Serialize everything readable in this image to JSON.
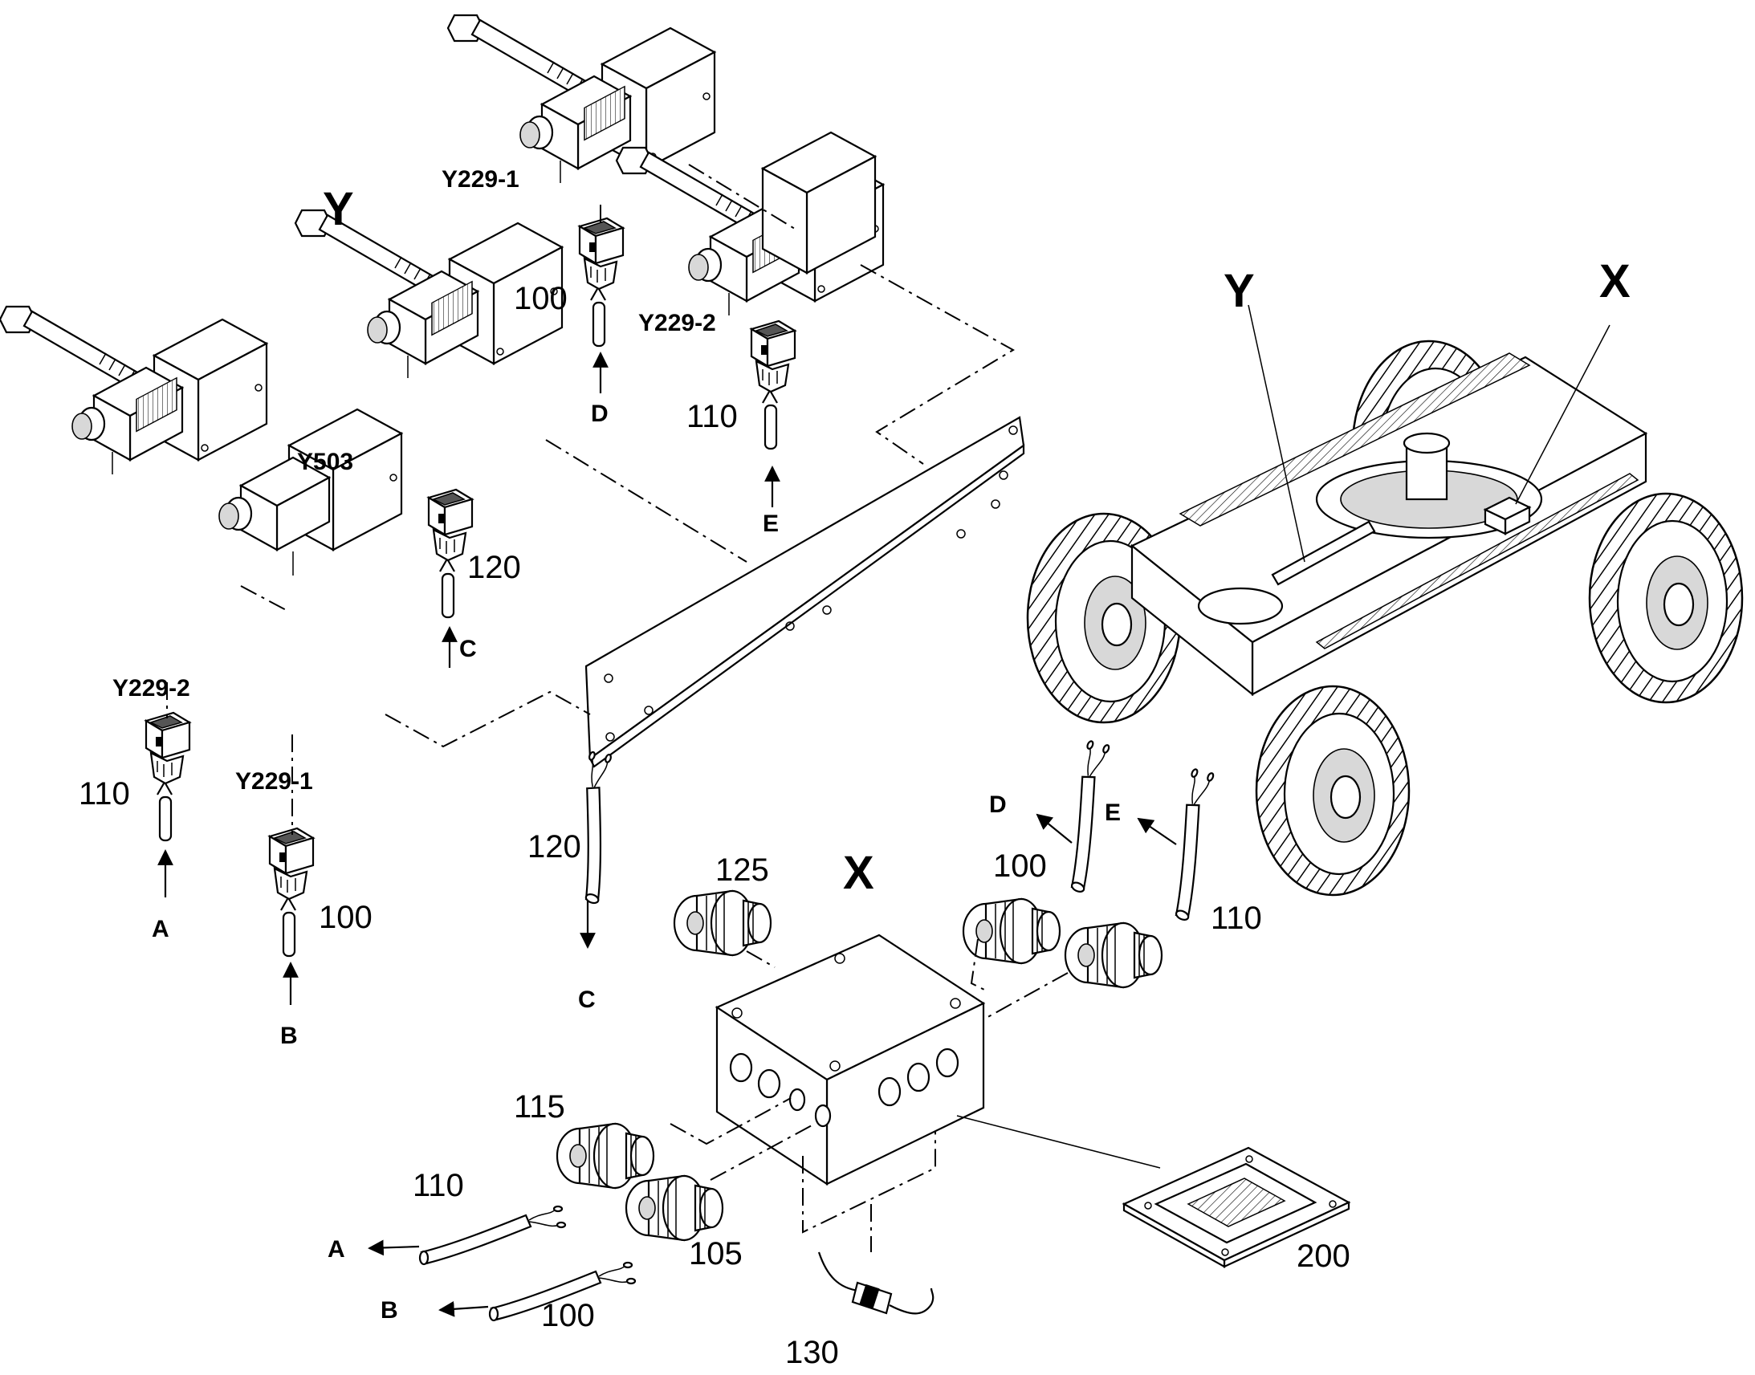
{
  "view_labels": {
    "detail_y": "Y",
    "detail_x": "X",
    "machine_y": "Y",
    "machine_x": "X"
  },
  "valve_labels": [
    {
      "key": "y229_1_top",
      "text": "Y229-1"
    },
    {
      "key": "y229_2_top",
      "text": "Y229-2"
    },
    {
      "key": "y503",
      "text": "Y503"
    },
    {
      "key": "y229_2_left",
      "text": "Y229-2"
    },
    {
      "key": "y229_1_left",
      "text": "Y229-1"
    }
  ],
  "part_numbers": [
    {
      "key": "p100_top",
      "text": "100"
    },
    {
      "key": "p110_top",
      "text": "110"
    },
    {
      "key": "p120_mid",
      "text": "120"
    },
    {
      "key": "p110_left",
      "text": "110"
    },
    {
      "key": "p100_left",
      "text": "100"
    },
    {
      "key": "p120_box",
      "text": "120"
    },
    {
      "key": "p125",
      "text": "125"
    },
    {
      "key": "p100_box",
      "text": "100"
    },
    {
      "key": "p110_box",
      "text": "110"
    },
    {
      "key": "p115",
      "text": "115"
    },
    {
      "key": "p110_low",
      "text": "110"
    },
    {
      "key": "p105",
      "text": "105"
    },
    {
      "key": "p100_low",
      "text": "100"
    },
    {
      "key": "p130",
      "text": "130"
    },
    {
      "key": "p200",
      "text": "200"
    }
  ],
  "connection_letters": [
    {
      "key": "d_top",
      "text": "D"
    },
    {
      "key": "e_top",
      "text": "E"
    },
    {
      "key": "c_mid",
      "text": "C"
    },
    {
      "key": "a_left",
      "text": "A"
    },
    {
      "key": "b_left",
      "text": "B"
    },
    {
      "key": "d_box",
      "text": "D"
    },
    {
      "key": "e_box",
      "text": "E"
    },
    {
      "key": "c_box",
      "text": "C"
    },
    {
      "key": "a_low",
      "text": "A"
    },
    {
      "key": "b_low",
      "text": "B"
    }
  ]
}
